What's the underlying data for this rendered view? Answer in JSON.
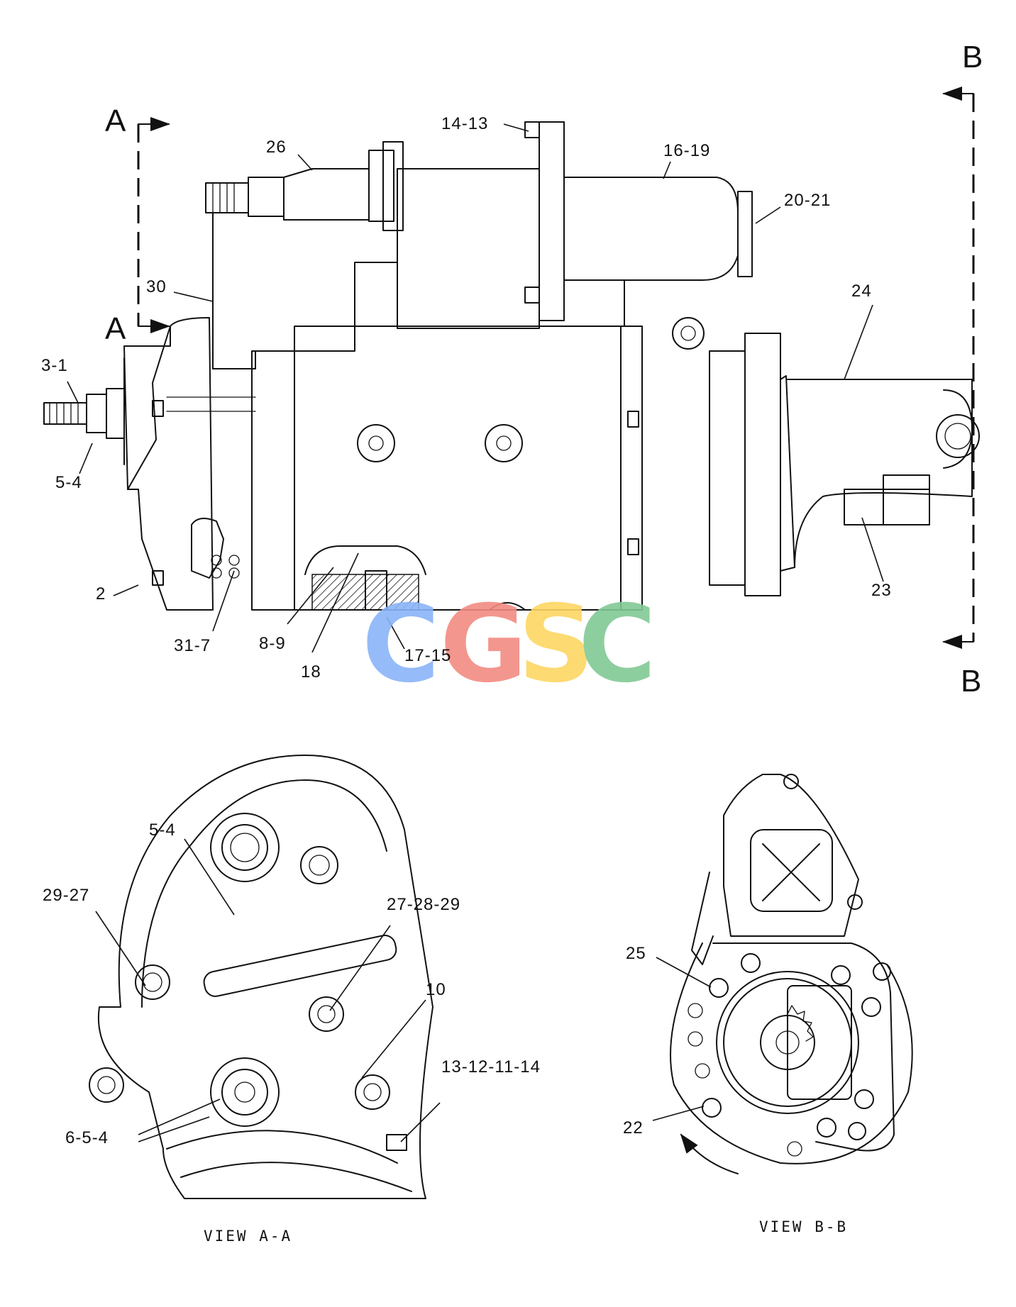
{
  "section_markers": {
    "a_top": "A",
    "a_bottom": "A",
    "b_top": "B",
    "b_bottom": "B"
  },
  "callouts": {
    "main": {
      "c_14_13": "14-13",
      "c_26": "26",
      "c_16_19": "16-19",
      "c_20_21": "20-21",
      "c_30": "30",
      "c_24": "24",
      "c_3_1": "3-1",
      "c_5_4": "5-4",
      "c_2": "2",
      "c_23": "23",
      "c_31_7": "31-7",
      "c_8_9": "8-9",
      "c_18": "18",
      "c_17_15": "17-15"
    },
    "view_a": {
      "c_5_4": "5-4",
      "c_29_27": "29-27",
      "c_27_28_29": "27-28-29",
      "c_10": "10",
      "c_13_12_11_14": "13-12-11-14",
      "c_6_5_4": "6-5-4"
    },
    "view_b": {
      "c_25": "25",
      "c_22": "22"
    }
  },
  "captions": {
    "view_a": "VIEW A-A",
    "view_b": "VIEW B-B"
  },
  "watermark": {
    "letters": [
      "C",
      "G",
      "S",
      "C"
    ],
    "colors": [
      "#8ab4f8",
      "#f28b82",
      "#fdd663",
      "#81c995"
    ]
  }
}
